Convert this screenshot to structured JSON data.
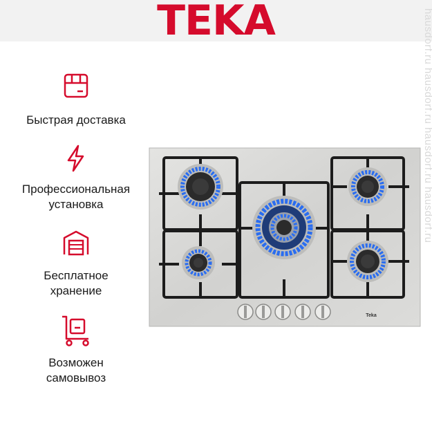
{
  "brand": {
    "logo_text": "TEKA",
    "logo_color": "#d50b2c"
  },
  "features": [
    {
      "label": "Быстрая доставка",
      "icon": "box-icon"
    },
    {
      "label": "Профессиональная\nустановка",
      "icon": "lightning-icon"
    },
    {
      "label": "Бесплатное\nхранение",
      "icon": "warehouse-icon"
    },
    {
      "label": "Возможен\nсамовывоз",
      "icon": "pickup-cart-icon"
    }
  ],
  "product": {
    "type": "gas hob",
    "burners": 5,
    "control_knobs": 5,
    "badge_text": "Teka"
  },
  "watermark": "hausdorf.ru   hausdorf.ru   hausdorf.ru   hausdorf.ru",
  "colors": {
    "accent": "#d50b2c",
    "flame": "#1e62e0",
    "steel": "#d9d9d7",
    "grate": "#1c1c1c"
  }
}
